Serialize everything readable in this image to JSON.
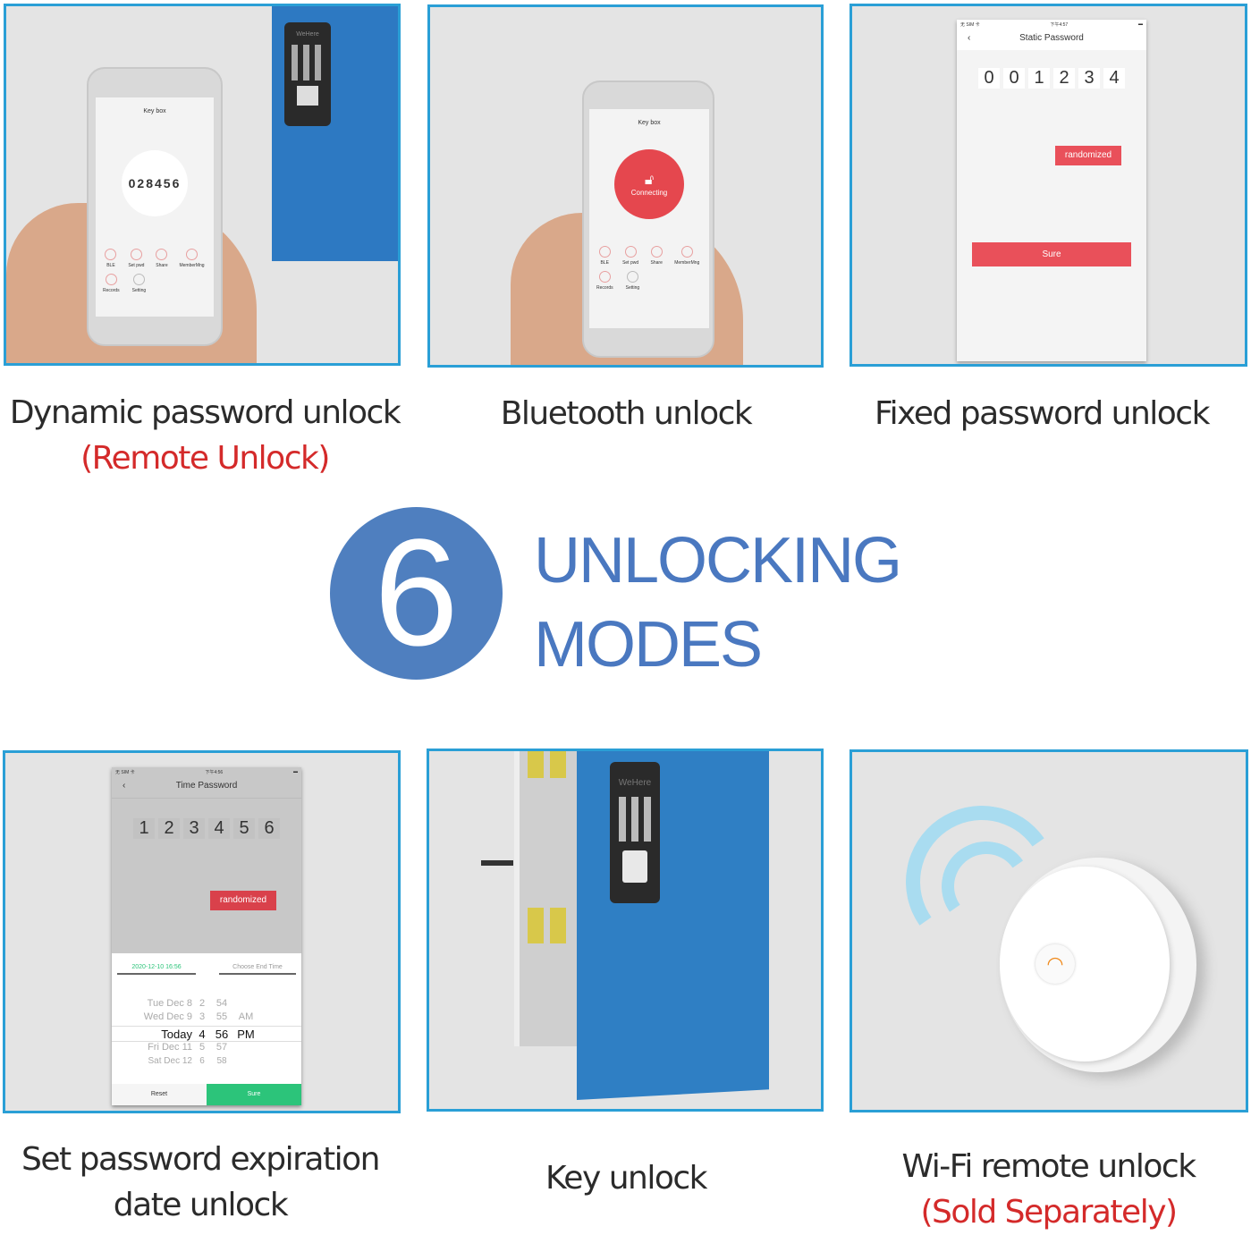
{
  "colors": {
    "border": "#2a9fd6",
    "accent_blue": "#4a78c0",
    "red": "#d42a2a",
    "green": "#2cc47a"
  },
  "modes": [
    {
      "title": "Dynamic password unlock",
      "subtitle": "(Remote Unlock)"
    },
    {
      "title": "Bluetooth unlock"
    },
    {
      "title": "Fixed password unlock"
    },
    {
      "title_line1": "Set password expiration",
      "title_line2": "date unlock"
    },
    {
      "title": "Key unlock"
    },
    {
      "title": "Wi-Fi remote unlock",
      "subtitle": "(Sold Separately)"
    }
  ],
  "headline": {
    "number": "6",
    "line1": "UNLOCKING",
    "line2": "MODES"
  },
  "keybox_app": {
    "title": "Key box",
    "dynamic_code": "028456",
    "connecting": "Connecting",
    "actions": [
      "BLE",
      "Set pwd",
      "Share",
      "MemberMng"
    ],
    "actions2": [
      "Records",
      "Setting"
    ],
    "device_brand": "WeHere"
  },
  "static_password": {
    "status_left": "无 SIM 卡",
    "time": "下午4:57",
    "title": "Static Password",
    "digits": [
      "0",
      "0",
      "1",
      "2",
      "3",
      "4"
    ],
    "randomize": "randomized",
    "confirm": "Sure"
  },
  "time_password": {
    "status_left": "无 SIM 卡",
    "time": "下午4:56",
    "title": "Time Password",
    "digits": [
      "1",
      "2",
      "3",
      "4",
      "5",
      "6"
    ],
    "randomize": "randomized",
    "start_time": "2020-12-10 16:56",
    "end_time_placeholder": "Choose End Time",
    "picker_rows": [
      {
        "day": "Tue Dec 8",
        "hour": "2",
        "min": "54",
        "ampm": ""
      },
      {
        "day": "Wed Dec 9",
        "hour": "3",
        "min": "55",
        "ampm": "AM"
      },
      {
        "day": "Today",
        "hour": "4",
        "min": "56",
        "ampm": "PM"
      },
      {
        "day": "Fri Dec 11",
        "hour": "5",
        "min": "57",
        "ampm": ""
      },
      {
        "day": "Sat Dec 12",
        "hour": "6",
        "min": "58",
        "ampm": ""
      }
    ],
    "reset": "Reset",
    "confirm": "Sure"
  }
}
